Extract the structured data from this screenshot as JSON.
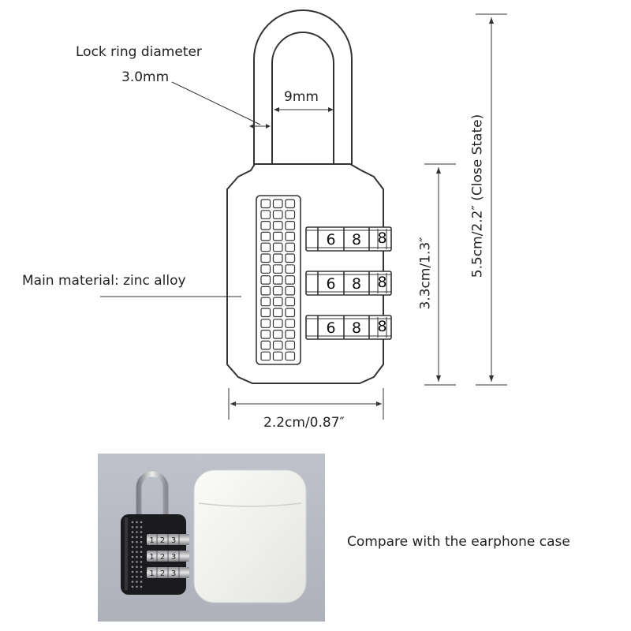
{
  "labels": {
    "ring_diameter_title": "Lock ring diameter",
    "ring_diameter_value": "3.0mm",
    "shackle_gap": "9mm",
    "material": "Main material: zinc alloy",
    "width": "2.2cm/0.87″",
    "body_height": "3.3cm/1.3″",
    "total_height": "5.5cm/2.2″ (Close State)",
    "compare": "Compare with the earphone case"
  },
  "dials": [
    {
      "digits": [
        "6",
        "8",
        "8"
      ]
    },
    {
      "digits": [
        "6",
        "8",
        "8"
      ]
    },
    {
      "digits": [
        "6",
        "8",
        "8"
      ]
    }
  ],
  "photo": {
    "dials": [
      {
        "digits": [
          "1",
          "2",
          "3"
        ]
      },
      {
        "digits": [
          "1",
          "2",
          "3"
        ]
      },
      {
        "digits": [
          "1",
          "2",
          "3"
        ]
      }
    ]
  },
  "colors": {
    "line": "#333333",
    "photo_bg": "#b9bcc5",
    "lock_body": "#1b1b1d",
    "earphone_case": "#f1f1ef"
  }
}
